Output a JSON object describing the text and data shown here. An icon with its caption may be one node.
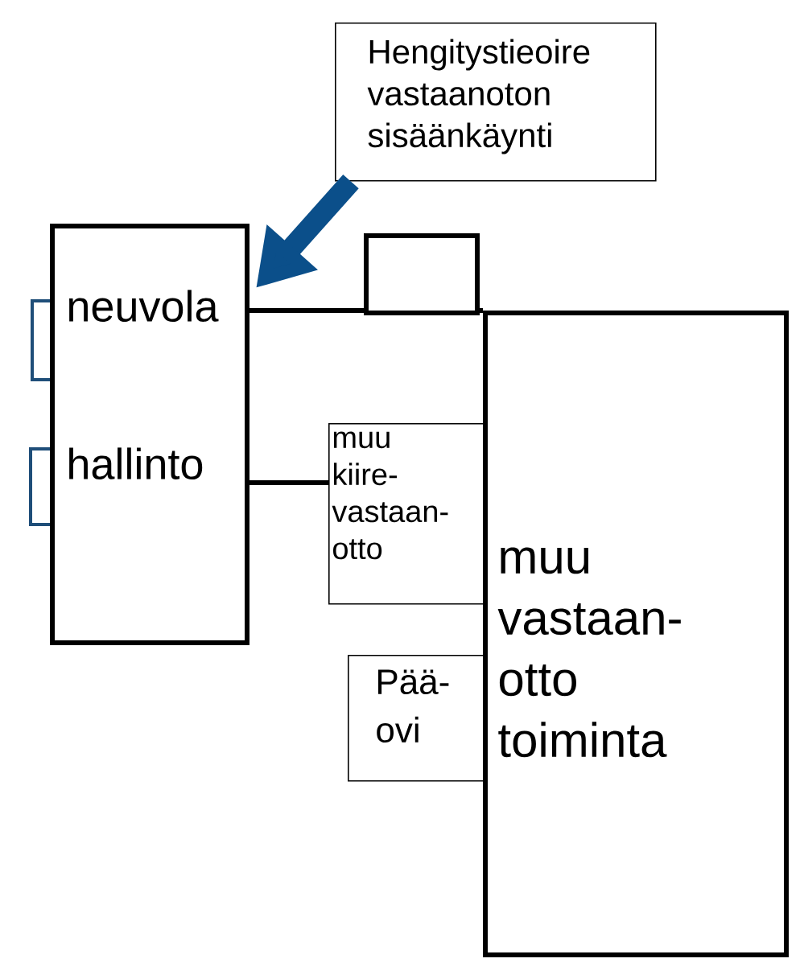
{
  "diagram": {
    "nodes": [
      {
        "text": [
          "Hengitystieoire vastaanoton sisäänkäynti"
        ]
      },
      {
        "text": [
          "neuvola",
          "hallinto"
        ]
      },
      {
        "text": [],
        "shape": "box"
      },
      {
        "text": [
          "muu kiire-vastaan-otto"
        ]
      },
      {
        "text": [
          "muu vastaan-otto toiminta"
        ]
      },
      {
        "text": [
          "Pää-ovi"
        ]
      }
    ],
    "edges": [
      {
        "from": 0,
        "to": 1,
        "arrow": "to",
        "color": "#0b4f8a"
      }
    ]
  }
}
